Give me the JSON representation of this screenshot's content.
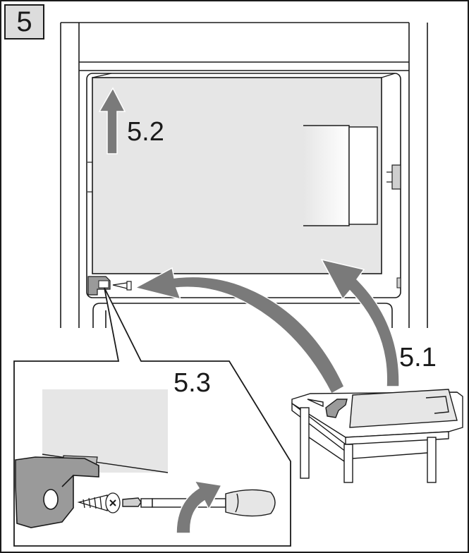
{
  "step": {
    "number": "5"
  },
  "labels": {
    "step_5_1": "5.1",
    "step_5_2": "5.2",
    "step_5_3": "5.3"
  },
  "colors": {
    "panel_fill": "#e6e6e6",
    "arrow_fill": "#7a7a7a",
    "outline": "#1a1a1a",
    "background": "#ffffff"
  },
  "icons": {
    "up_arrow": "up-arrow-icon",
    "curved_arrow": "curved-arrow-icon",
    "screw": "screw-icon",
    "screwdriver": "screwdriver-icon",
    "hinge_bracket": "hinge-bracket-icon"
  }
}
